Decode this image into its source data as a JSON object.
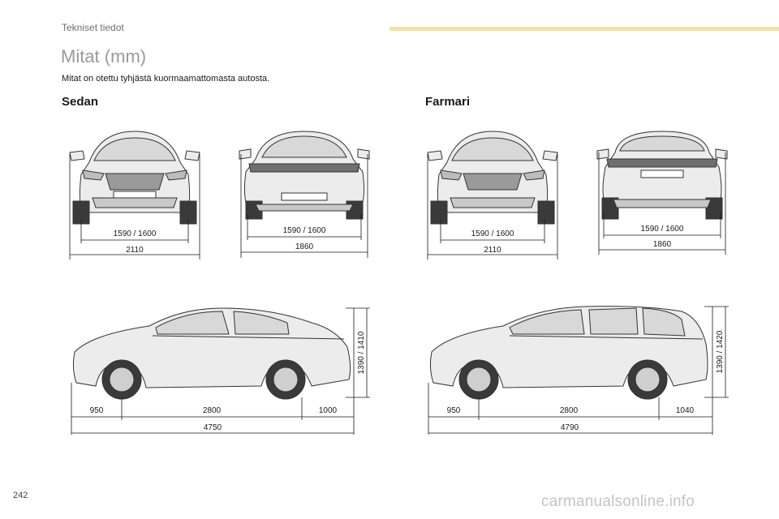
{
  "header": {
    "section_label": "Tekniset tiedot"
  },
  "page": {
    "title": "Mitat (mm)",
    "intro": "Mitat on otettu tyhjästä kuormaamattomasta autosta.",
    "number": "242"
  },
  "sections": {
    "sedan": {
      "title": "Sedan",
      "front": {
        "track": "1590 / 1600",
        "width": "2110"
      },
      "rear": {
        "track": "1590 / 1600",
        "width": "1860"
      },
      "side": {
        "front_overhang": "950",
        "wheelbase": "2800",
        "rear_overhang": "1000",
        "length": "4750",
        "height": "1390 / 1410"
      }
    },
    "farmari": {
      "title": "Farmari",
      "front": {
        "track": "1590 / 1600",
        "width": "2110"
      },
      "rear": {
        "track": "1590 / 1600",
        "width": "1860"
      },
      "side": {
        "front_overhang": "950",
        "wheelbase": "2800",
        "rear_overhang": "1040",
        "length": "4790",
        "height": "1390 / 1420"
      }
    }
  },
  "colors": {
    "accent_rule": "#efe3a8",
    "car_fill": "#ececec",
    "tyre": "#3a3a3a"
  },
  "watermark": "carmanualsonline.info"
}
